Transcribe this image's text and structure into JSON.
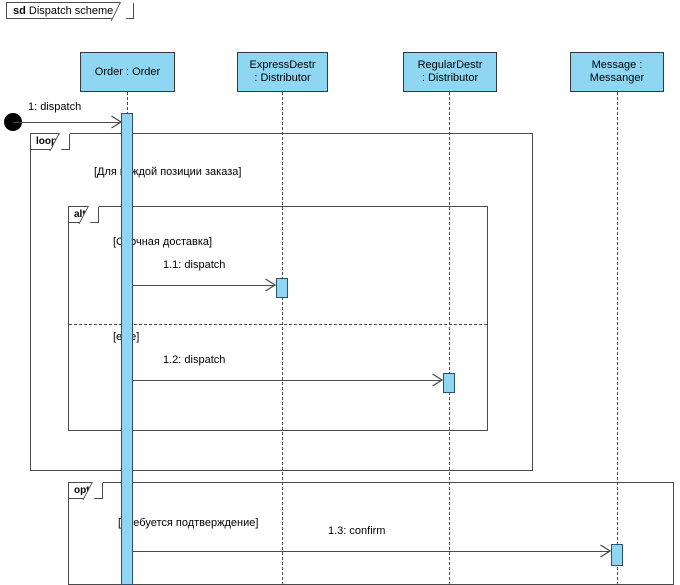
{
  "diagram": {
    "frame_keyword": "sd",
    "frame_name": "Dispatch scheme",
    "type": "uml-sequence-diagram"
  },
  "lifelines": [
    {
      "id": "order",
      "line1": "Order : Order",
      "line2": ""
    },
    {
      "id": "express",
      "line1": "ExpressDestr",
      "line2": ": Distributor"
    },
    {
      "id": "regular",
      "line1": "RegularDestr",
      "line2": ": Distributor"
    },
    {
      "id": "message",
      "line1": "Message :",
      "line2": "Messanger"
    }
  ],
  "fragments": [
    {
      "id": "loop",
      "operator": "loop",
      "guard": "[Для каждой позиции заказа]"
    },
    {
      "id": "alt",
      "operator": "alt",
      "guard": "[Срочная доставка]",
      "else_guard": "[else]"
    },
    {
      "id": "opt",
      "operator": "opt",
      "guard": "[Требуется подтверждение]"
    }
  ],
  "messages": [
    {
      "id": "m0",
      "label": "1: dispatch",
      "from": "start",
      "to": "order"
    },
    {
      "id": "m1",
      "label": "1.1: dispatch",
      "from": "order",
      "to": "express"
    },
    {
      "id": "m2",
      "label": "1.2: dispatch",
      "from": "order",
      "to": "regular"
    },
    {
      "id": "m3",
      "label": "1.3: confirm",
      "from": "order",
      "to": "message"
    }
  ],
  "colors": {
    "lifeline_fill": "#8ed6f2",
    "lifeline_border": "#33383d",
    "activation_border": "#2f4f6f",
    "line": "#4a4a4a",
    "start_node": "#000000",
    "background": "#ffffff"
  }
}
